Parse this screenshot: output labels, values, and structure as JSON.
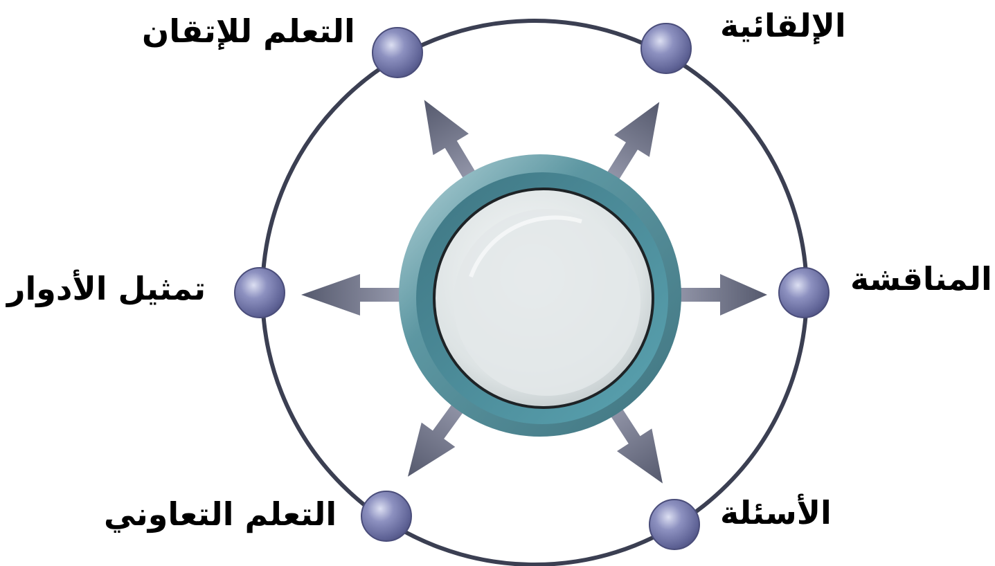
{
  "colors": {
    "ring": "#3b3f52",
    "node_fill": "#6e72a3",
    "node_highlight": "#d8dbf0",
    "hub_outer": "#4f8a96",
    "hub_inner": "#dfe5e6",
    "arrow_dark": "#5a5e72",
    "arrow_light": "#eceef3"
  },
  "icons": {
    "node": "sphere-node-icon",
    "hub": "glass-button-hub-icon",
    "arrow": "gradient-arrow-icon"
  },
  "nodes": [
    {
      "id": "top-left",
      "label": "التعلم للإتقان"
    },
    {
      "id": "top-right",
      "label": "الإلقائية"
    },
    {
      "id": "middle-left",
      "label": "تمثيل الأدوار"
    },
    {
      "id": "middle-right",
      "label": "المناقشة"
    },
    {
      "id": "bottom-left",
      "label": "التعلم التعاوني"
    },
    {
      "id": "bottom-right",
      "label": "الأسئلة"
    }
  ]
}
